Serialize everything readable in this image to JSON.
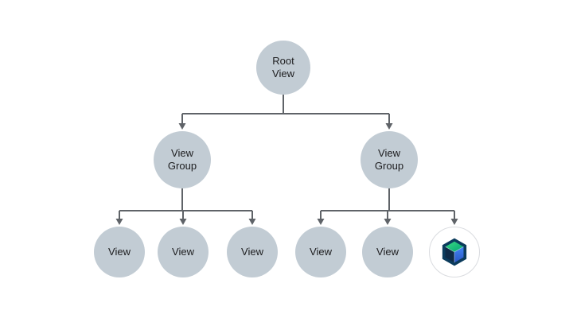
{
  "title": "View hierarchy tree diagram",
  "colors": {
    "background": "#ffffff",
    "node_fill": "#c2ccd4",
    "connector": "#5f6368",
    "text": "#1d1d1f",
    "compose_border": "#dadce0"
  },
  "nodes": {
    "root": {
      "label": "Root\nView"
    },
    "group_left": {
      "label": "View\nGroup"
    },
    "group_right": {
      "label": "View\nGroup"
    },
    "view1": {
      "label": "View"
    },
    "view2": {
      "label": "View"
    },
    "view3": {
      "label": "View"
    },
    "view4": {
      "label": "View"
    },
    "view5": {
      "label": "View"
    },
    "compose": {
      "icon": "jetpack-compose-logo"
    }
  },
  "edges": [
    {
      "from": "root",
      "to": "group_left"
    },
    {
      "from": "root",
      "to": "group_right"
    },
    {
      "from": "group_left",
      "to": "view1"
    },
    {
      "from": "group_left",
      "to": "view2"
    },
    {
      "from": "group_left",
      "to": "view3"
    },
    {
      "from": "group_right",
      "to": "view4"
    },
    {
      "from": "group_right",
      "to": "view5"
    },
    {
      "from": "group_right",
      "to": "compose"
    }
  ]
}
